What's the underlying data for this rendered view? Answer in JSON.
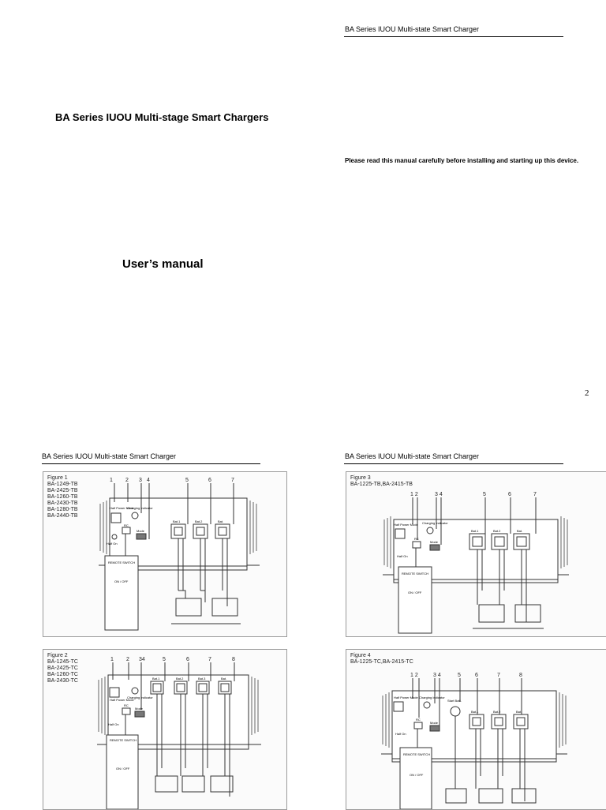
{
  "page_top": {
    "header": "BA Series IUOU Multi-state Smart Charger",
    "title": "BA Series IUOU Multi-stage Smart Chargers",
    "subtitle": "User’s manual",
    "notice": "Please read this manual carefully before installing and starting up this device.",
    "page_number": "2"
  },
  "page_bottom": {
    "header_left": "BA Series IUOU Multi-state Smart Charger",
    "header_right": "BA Series IUOU Multi-state Smart Charger"
  },
  "figures": [
    {
      "label": "Figure 1\nBA-1249-TB\nBA-2425-TB\nBA-1260-TB\nBA-2430-TB\nBA-1280-TB\nBA-2440-TB",
      "numbers": [
        "1",
        "2",
        "3",
        "4",
        "5",
        "6",
        "7"
      ],
      "captions": [
        "Half Power Mode",
        "Charging Indicator",
        "Bat.1",
        "Bat.2",
        "Bat.",
        "Half On",
        "RC",
        "Mode",
        "REMOTE SWITCH",
        "ON / OFF"
      ]
    },
    {
      "label": "Figure 2\nBA-1245-TC\nBA-2425-TC\nBA-1260-TC\nBA-2430-TC",
      "numbers": [
        "1",
        "2",
        "34",
        "5",
        "6",
        "7",
        "8"
      ],
      "captions": [
        "Half Power Mode",
        "Charging Indicator",
        "Bat.1",
        "Bat.2",
        "Bat.3",
        "Bat.",
        "Half On",
        "RC",
        "Mode",
        "REMOTE SWITCH",
        "ON / OFF"
      ]
    },
    {
      "label": "Figure 3\nBA-1225-TB,BA-2415-TB",
      "numbers": [
        "1 2",
        "3 4",
        "5",
        "6",
        "7"
      ],
      "captions": [
        "Half Power Mode",
        "Charging Indicator",
        "Bat.1",
        "Bat.2",
        "Bat.",
        "Half On",
        "RC",
        "Mode",
        "REMOTE SWITCH",
        "ON / OFF"
      ]
    },
    {
      "label": "Figure 4\nBA-1225-TC,BA-2415-TC",
      "numbers": [
        "1 2",
        "3 4",
        "5",
        "6",
        "7",
        "8"
      ],
      "captions": [
        "Half Power Mode",
        "Charging Indicator",
        "Start Batt.",
        "Bat.1",
        "Bat.2",
        "Bat.",
        "Half On",
        "RC",
        "Mode",
        "REMOTE SWITCH",
        "ON / OFF"
      ]
    }
  ]
}
